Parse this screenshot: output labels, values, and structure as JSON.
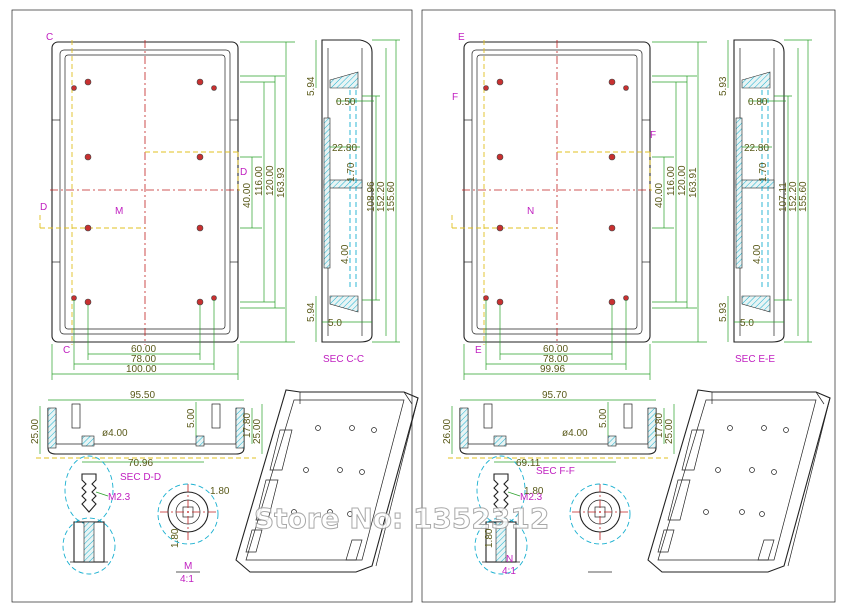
{
  "left_sheet": {
    "top_view": {
      "section_marks": [
        "C",
        "C",
        "D",
        "D"
      ],
      "detail_mark": "M",
      "widths": [
        "60.00",
        "78.00",
        "100.00"
      ],
      "heights": [
        "40.00",
        "116.00",
        "120.00",
        "163.93"
      ]
    },
    "side_section": {
      "dims": [
        "5.94",
        "0.50",
        "22.80",
        "1.70",
        "4.00",
        "5.94",
        "5.0"
      ],
      "heights": [
        "108.96",
        "152.20",
        "155.60"
      ],
      "title": "SEC C-C"
    },
    "bottom_section": {
      "width": "95.50",
      "dims": [
        "25.00",
        "5.00",
        "17.80",
        "25.00",
        "ø4.00",
        "70.96"
      ],
      "title": "SEC D-D"
    },
    "screw": {
      "label": "M2.3"
    },
    "detail": {
      "dims": [
        "1.80",
        "1.80"
      ],
      "title": "M",
      "scale": "4:1"
    }
  },
  "right_sheet": {
    "top_view": {
      "section_marks": [
        "E",
        "E",
        "F",
        "F"
      ],
      "detail_mark": "N",
      "widths": [
        "60.00",
        "78.00",
        "99.96"
      ],
      "heights": [
        "40.00",
        "116.00",
        "120.00",
        "163.91"
      ]
    },
    "side_section": {
      "dims": [
        "5.93",
        "0.80",
        "22.80",
        "1.70",
        "4.00",
        "5.93",
        "5.0"
      ],
      "heights": [
        "107.11",
        "152.20",
        "155.60"
      ],
      "title": "SEC E-E"
    },
    "bottom_section": {
      "width": "95.70",
      "dims": [
        "26.00",
        "5.00",
        "17.80",
        "25.00",
        "ø4.00",
        "69.11"
      ],
      "title": "SEC F-F"
    },
    "screw": {
      "label": "M2.3"
    },
    "detail": {
      "dims": [
        "1.80",
        "1.80"
      ],
      "title": "N",
      "scale": "4:1"
    }
  },
  "watermark": "Store No: 1352312",
  "colors": {
    "outline": "#222222",
    "dimension": "#2aa02a",
    "centerline": "#c02020",
    "section": "#e0c020",
    "label": "#c020c0",
    "hidden": "#1ab0d0"
  }
}
